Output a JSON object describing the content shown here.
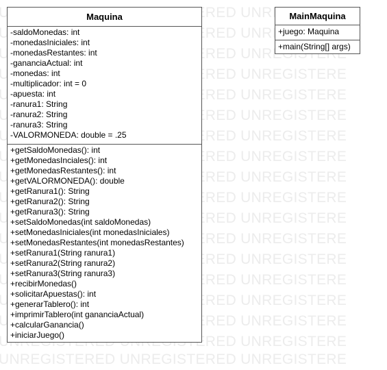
{
  "watermark": {
    "lines": [
      "UNREGISTERED UNREGISTERED UNREGISTERE",
      "UNREGISTERED UNREGISTERED UNREGISTERE",
      "UNREGISTERED UNREGISTERED UNREGISTERE",
      "UNREGISTERED UNREGISTERED UNREGISTERE",
      "UNREGISTERED UNREGISTERED UNREGISTERE",
      "UNREGISTERED UNREGISTERED UNREGISTERE",
      "UNREGISTERED UNREGISTERED UNREGISTERE",
      "UNREGISTERED UNREGISTERED UNREGISTERE",
      "UNREGISTERED UNREGISTERED UNREGISTERE",
      "UNREGISTERED UNREGISTERED UNREGISTERE",
      "UNREGISTERED UNREGISTERED UNREGISTERE",
      "UNREGISTERED UNREGISTERED UNREGISTERE",
      "UNREGISTERED UNREGISTERED UNREGISTERE",
      "UNREGISTERED UNREGISTERED UNREGISTERE",
      "UNREGISTERED UNREGISTERED UNREGISTERE",
      "UNREGISTERED UNREGISTERED UNREGISTERE",
      "UNREGISTERED UNREGISTERED UNREGISTERE",
      "UNREGISTERED UNREGISTERED UNREGISTERE"
    ]
  },
  "classes": {
    "maquina": {
      "name": "Maquina",
      "attributes": [
        "-saldoMonedas: int",
        "-monedasIniciales: int",
        "-monedasRestantes: int",
        "-gananciaActual: int",
        "-monedas: int",
        "-multiplicador: int = 0",
        "-apuesta: int",
        "-ranura1: String",
        "-ranura2: String",
        "-ranura3: String",
        "-VALORMONEDA: double = .25"
      ],
      "methods": [
        "+getSaldoMonedas(): int",
        "+getMonedasInciales(): int",
        "+getMonedasRestantes(): int",
        "+getVALORMONEDA(): double",
        "+getRanura1(): String",
        "+getRanura2(): String",
        "+getRanura3(): String",
        "+setSaldoMonedas(int saldoMonedas)",
        "+setMonedasIniciales(int monedasIniciales)",
        "+setMonedasRestantes(int monedasRestantes)",
        "+setRanura1(String ranura1)",
        "+setRanura2(String ranura2)",
        "+setRanura3(String ranura3)",
        "+recibirMonedas()",
        "+solicitarApuestas(): int",
        "+generarTablero(): int",
        "+imprimirTablero(int gananciaActual)",
        "+calcularGanancia()",
        "+iniciarJuego()"
      ]
    },
    "main_maquina": {
      "name": "MainMaquina",
      "attributes": [
        "+juego: Maquina"
      ],
      "methods": [
        "+main(String[] args)"
      ]
    }
  }
}
